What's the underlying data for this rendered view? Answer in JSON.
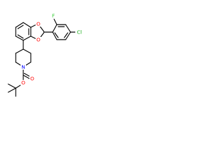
{
  "structure": {
    "atoms": {
      "dioxole_o_upper": "O",
      "dioxole_o_lower": "O",
      "fluorine": "F",
      "chlorine": "Cl",
      "piperidine_n": "N",
      "carbonyl_o": "O",
      "ester_o": "O"
    },
    "colors": {
      "oxygen": "#ff0000",
      "nitrogen": "#0000ff",
      "fluorine": "#33cc33",
      "chlorine": "#1fb01f",
      "bond": "#000000"
    }
  }
}
